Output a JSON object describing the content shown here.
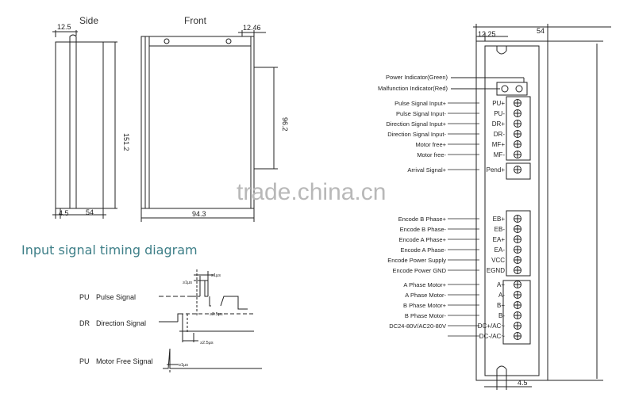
{
  "views": {
    "side_title": "Side",
    "front_title": "Front",
    "dims": {
      "side_top": "12.5",
      "front_top": "12.46",
      "height_total": "151.2",
      "height_inner": "96.2",
      "side_bottom_left": "4.5",
      "side_bottom_width": "54",
      "front_bottom_width": "94.3",
      "right_top_width": "54",
      "right_top_offset": "12.25",
      "right_bottom": "4.5"
    }
  },
  "watermark": "trade.china.cn",
  "timing": {
    "title": "Input signal timing diagram",
    "rows": [
      {
        "code": "PU",
        "name": "Pulse Signal"
      },
      {
        "code": "DR",
        "name": "Direction Signal"
      },
      {
        "code": "PU",
        "name": "Motor Free Signal"
      }
    ],
    "annotations": [
      "≥1μs",
      "≥1μs",
      "≥2.5μs",
      "≥2.5μs",
      "≥1μs"
    ]
  },
  "terminal": {
    "indicators": [
      "Power Indicator(Green)",
      "Malfunction Indicator(Red)"
    ],
    "groups": [
      {
        "signals": [
          {
            "label": "Pulse Signal Input+",
            "pin": "PU+"
          },
          {
            "label": "Pulse Signal Input-",
            "pin": "PU-"
          },
          {
            "label": "Direction Signal Input+",
            "pin": "DR+"
          },
          {
            "label": "Direction Signal Input-",
            "pin": "DR-"
          },
          {
            "label": "Motor free+",
            "pin": "MF+"
          },
          {
            "label": "Motor free-",
            "pin": "MF-"
          }
        ]
      },
      {
        "signals": [
          {
            "label": "Arrival Signal+",
            "pin": "Pend+"
          }
        ]
      },
      {
        "signals": [
          {
            "label": "Encode B Phase+",
            "pin": "EB+"
          },
          {
            "label": "Encode B Phase-",
            "pin": "EB-"
          },
          {
            "label": "Encode A Phase+",
            "pin": "EA+"
          },
          {
            "label": "Encode A Phase-",
            "pin": "EA-"
          },
          {
            "label": "Encode Power Supply",
            "pin": "VCC"
          },
          {
            "label": "Encode Power GND",
            "pin": "EGND"
          }
        ]
      },
      {
        "signals": [
          {
            "label": "A Phase Motor+",
            "pin": "A+"
          },
          {
            "label": "A Phase Motor-",
            "pin": "A-"
          },
          {
            "label": "B Phase Motor+",
            "pin": "B+"
          },
          {
            "label": "B Phase Motor-",
            "pin": "B-"
          },
          {
            "label": "DC24-80V/AC20-80V",
            "pin": "DC+/AC~"
          },
          {
            "label": "",
            "pin": "DC-/AC~"
          }
        ]
      }
    ]
  }
}
